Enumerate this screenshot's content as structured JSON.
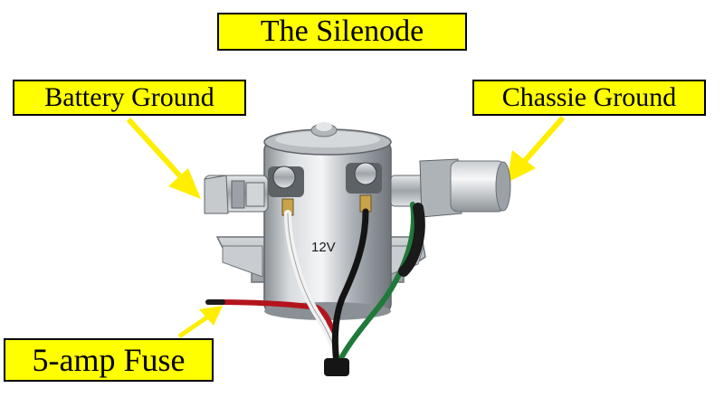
{
  "title": "The Silenode",
  "callouts": {
    "battery_ground": "Battery Ground",
    "chassis_ground": "Chassie Ground",
    "fuse": "5-amp Fuse"
  },
  "device": {
    "voltage_marking": "12V"
  },
  "colors": {
    "label_background": "#ffff00",
    "arrow": "#ffee00",
    "wire_red": "#b4141c",
    "wire_black": "#141414",
    "wire_white": "#f2f2f2",
    "wire_green": "#1f7a3a",
    "metal": "#b8bcc0"
  }
}
